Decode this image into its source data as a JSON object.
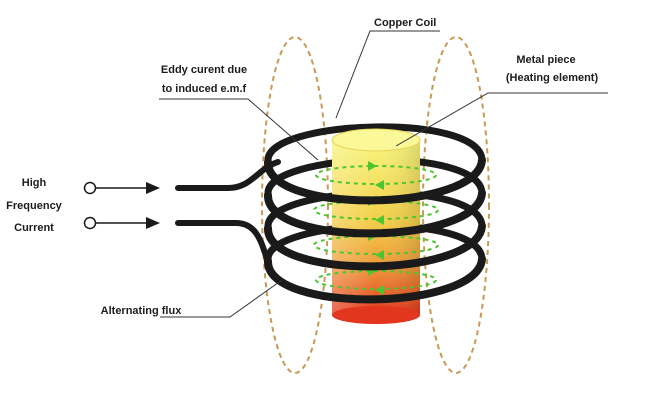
{
  "labels": {
    "copper_coil": "Copper Coil",
    "metal_piece_line1": "Metal piece",
    "metal_piece_line2": "(Heating element)",
    "eddy_line1": "Eddy curent due",
    "eddy_line2": "to induced e.m.f",
    "hf_line1": "High",
    "hf_line2": "Frequency",
    "hf_line3": "Current",
    "alt_flux": "Alternating flux"
  },
  "colors": {
    "coil": "#1a1a1a",
    "flux_loop": "#c89a52",
    "eddy_arrows": "#4fc431",
    "cylinder_top": "#f6f27a",
    "cylinder_mid": "#f0b23a",
    "cylinder_bottom": "#e2361f"
  },
  "icons": {
    "terminal": "hollow-circle",
    "arrow": "triangle-right"
  }
}
